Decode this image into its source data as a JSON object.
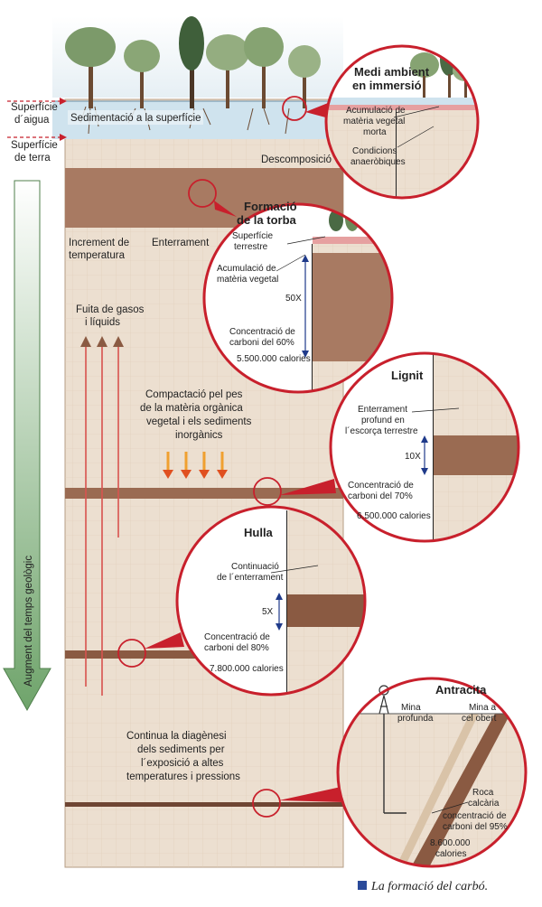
{
  "labels": {
    "water_surface": [
      "Superfície",
      "d´aigua"
    ],
    "land_surface": [
      "Superfície",
      "de terra"
    ],
    "surface_sedimentation": "Sedimentació a la superfície",
    "decomposition": "Descomposició",
    "temp_increase": [
      "Increment de",
      "temperatura"
    ],
    "burial": "Enterrament",
    "gas_leak": [
      "Fuita de gasos",
      "i líquids"
    ],
    "compaction": [
      "Compactació pel pes",
      "de la matèria orgànica",
      "vegetal i els sediments",
      "inorgànics"
    ],
    "diagenesis": [
      "Continua la diagènesi",
      "dels sediments per",
      "l´exposició a altes",
      "temperatures i pressions"
    ],
    "time_axis": "Augment del temps geològic"
  },
  "stages": {
    "immersion": {
      "title": [
        "Medi ambient",
        "en immersió"
      ],
      "dead_matter": [
        "Acumulació de",
        "matèria vegetal",
        "morta"
      ],
      "anaerobic": [
        "Condicions",
        "anaeròbiques"
      ]
    },
    "peat": {
      "title": [
        "Formació",
        "de la torba"
      ],
      "land_surface": [
        "Superfície",
        "terrestre"
      ],
      "accumulation": [
        "Acumulació de",
        "matèria vegetal"
      ],
      "factor": "50X",
      "carbon": [
        "Concentració de",
        "carboni del 60%"
      ],
      "calories": "5.500.000 calories"
    },
    "lignite": {
      "title": "Lignit",
      "burial": [
        "Enterrament",
        "profund en",
        "l´escorça terrestre"
      ],
      "factor": "10X",
      "carbon": [
        "Concentració de",
        "carboni del 70%"
      ],
      "calories": "6.500.000 calories"
    },
    "coal": {
      "title": "Hulla",
      "continuation": [
        "Continuació",
        "de l´enterrament"
      ],
      "factor": "5X",
      "carbon": [
        "Concentració de",
        "carboni del 80%"
      ],
      "calories": "7.800.000 calories"
    },
    "anthracite": {
      "title": "Antracita",
      "deep_mine": [
        "Mina",
        "profunda"
      ],
      "open_pit": [
        "Mina a",
        "cel obert"
      ],
      "limestone": [
        "Roca",
        "calcària"
      ],
      "carbon": [
        "concentració de",
        "carboni del 95%"
      ],
      "calories": [
        "8.600.000",
        "calories"
      ]
    }
  },
  "caption": "La formació del carbó.",
  "colors": {
    "seam": "#9a6b52",
    "sediment": "#ecdfd0",
    "water": "#cfe3ee",
    "magnifier": "#c8202c",
    "arrow_red": "#d9534f",
    "time_arrow": "#7fae7a",
    "caption_square": "#2a4a9a"
  }
}
